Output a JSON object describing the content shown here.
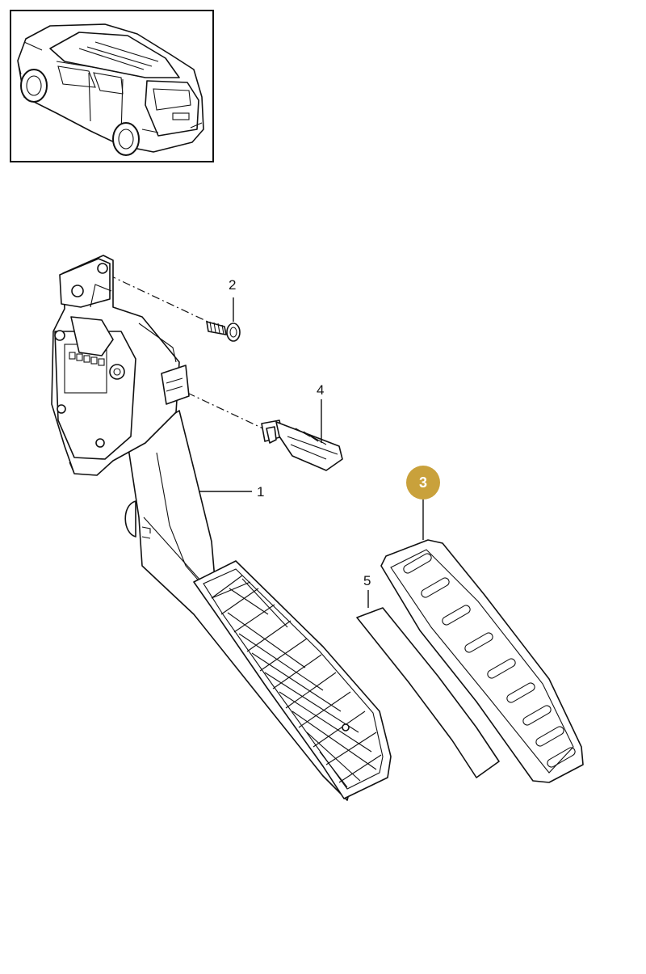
{
  "diagram": {
    "highlight_color": "#C9A13B",
    "callouts": [
      {
        "id": "1",
        "label": "1",
        "part": "accelerator-pedal-module"
      },
      {
        "id": "2",
        "label": "2",
        "part": "screw"
      },
      {
        "id": "3",
        "label": "3",
        "part": "pedal-pad-cover",
        "highlighted": true
      },
      {
        "id": "4",
        "label": "4",
        "part": "connector-clip"
      },
      {
        "id": "5",
        "label": "5",
        "part": "adhesive-strip"
      }
    ]
  }
}
